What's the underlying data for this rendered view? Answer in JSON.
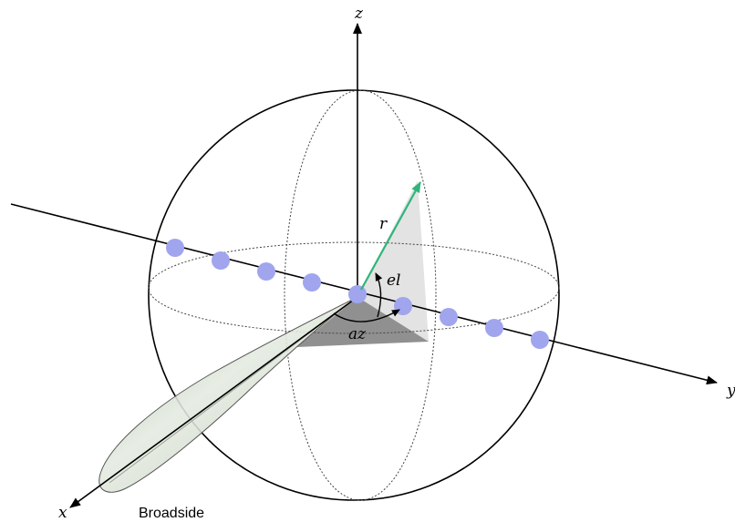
{
  "labels": {
    "z_axis": "z",
    "y_axis": "y",
    "x_axis": "x",
    "radius": "r",
    "elevation": "el",
    "azimuth": "az",
    "broadside": "Broadside"
  },
  "colors": {
    "radius_vector": "#2fb57c",
    "array_elements": "#a0a5ee",
    "beam_fill": "#dfe6da",
    "azimuth_wedge": "#7c7c7c",
    "elevation_wedge": "#e3e3e3"
  },
  "array_element_count": 9
}
